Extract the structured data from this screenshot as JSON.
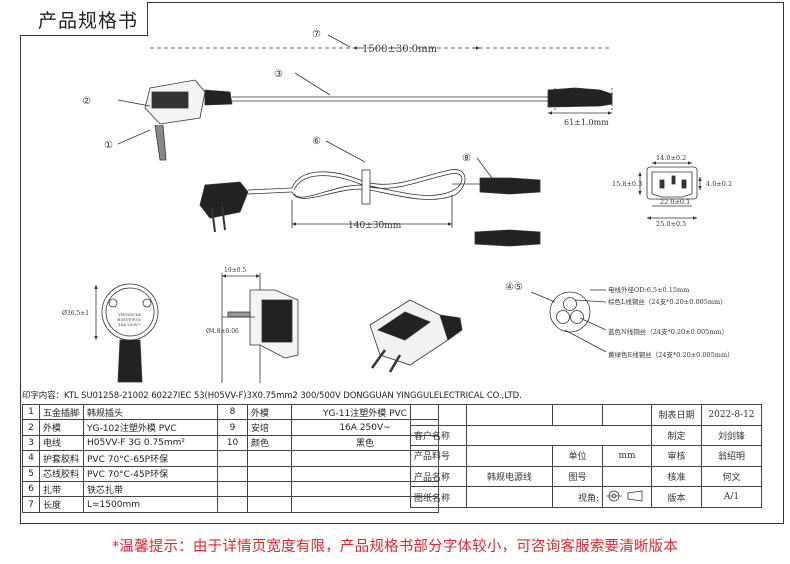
{
  "header": {
    "title": "产品规格书"
  },
  "callouts": [
    "①",
    "②",
    "③",
    "④⑤",
    "⑥",
    "⑦",
    "⑧"
  ],
  "dimensions": {
    "total_length": "1500±30.0mm",
    "plug_end": "61±1.0mm",
    "cable_loop": "140±30mm",
    "c13_top": "14.0±0.2",
    "c13_left": "15.8±0.3",
    "c13_right": "4.0±0.2",
    "c13_inner": "22.0±0.1",
    "c13_bottom": "25.0±0.5",
    "plug_width": "19±0.5",
    "plug_dia": "Ø36.5±1",
    "pin_dia": "Ø4.8±0.06"
  },
  "plug_face_text": [
    "YINGGULE",
    "H05VV-F3G",
    "16A 250V~"
  ],
  "cable_notes": [
    "电线外径OD:6.5±0.15mm",
    "棕色L线铜丝（24支*0.20±0.005mm）",
    "蓝色N线铜丝（24支*0.20±0.005mm）",
    "黄绿色E线铜丝（24支*0.20±0.005mm）"
  ],
  "print_text": "印字内容：KTL SU01258-21002 60227IEC 53(H05VV-F)3X0.75mm2 300/500V DONGGUAN YINGGULELECTRICAL CO.,LTD.",
  "bom_rows": [
    {
      "no": "1",
      "part": "五金插脚",
      "spec": "韩规插头",
      "no2": "8",
      "part2": "外模",
      "spec2": "YG-11注塑外模 PVC"
    },
    {
      "no": "2",
      "part": "外模",
      "spec": "YG-102注塑外模 PVC",
      "no2": "9",
      "part2": "安培",
      "spec2": "16A  250V~"
    },
    {
      "no": "3",
      "part": "电线",
      "spec": "H05VV-F 3G 0.75mm²",
      "no2": "10",
      "part2": "颜色",
      "spec2": "黑色"
    },
    {
      "no": "4",
      "part": "护套胶料",
      "spec": "PVC 70°C-65P环保",
      "no2": "",
      "part2": "",
      "spec2": ""
    },
    {
      "no": "5",
      "part": "芯线胶料",
      "spec": "PVC 70°C-45P环保",
      "no2": "",
      "part2": "",
      "spec2": ""
    },
    {
      "no": "6",
      "part": "扎带",
      "spec": "铁芯扎带",
      "no2": "",
      "part2": "",
      "spec2": ""
    },
    {
      "no": "7",
      "part": "长度",
      "spec": "L=1500mm",
      "no2": "",
      "part2": "",
      "spec2": ""
    }
  ],
  "title_block": {
    "date_label": "制表日期",
    "date": "2022-8-12",
    "customer_label": "客户名称",
    "customer": "",
    "maker_label": "制定",
    "maker": "刘剑锋",
    "part_no_label": "产品料号",
    "unit_label": "单位",
    "unit": "mm",
    "review_label": "审核",
    "reviewer": "翁绍明",
    "product_name_label": "产品名称",
    "product_name": "韩规电源线",
    "drawing_no_label": "图号",
    "approve_label": "核准",
    "approver": "何文",
    "drawing_name_label": "图纸名称",
    "view_label": "视角:",
    "version_label": "版本",
    "version": "A/1"
  },
  "footer_note": "*温馨提示：由于详情页宽度有限，产品规格书部分字体较小，可咨询客服索要清晰版本",
  "colors": {
    "footer": "#e0282c",
    "line": "#333333"
  }
}
